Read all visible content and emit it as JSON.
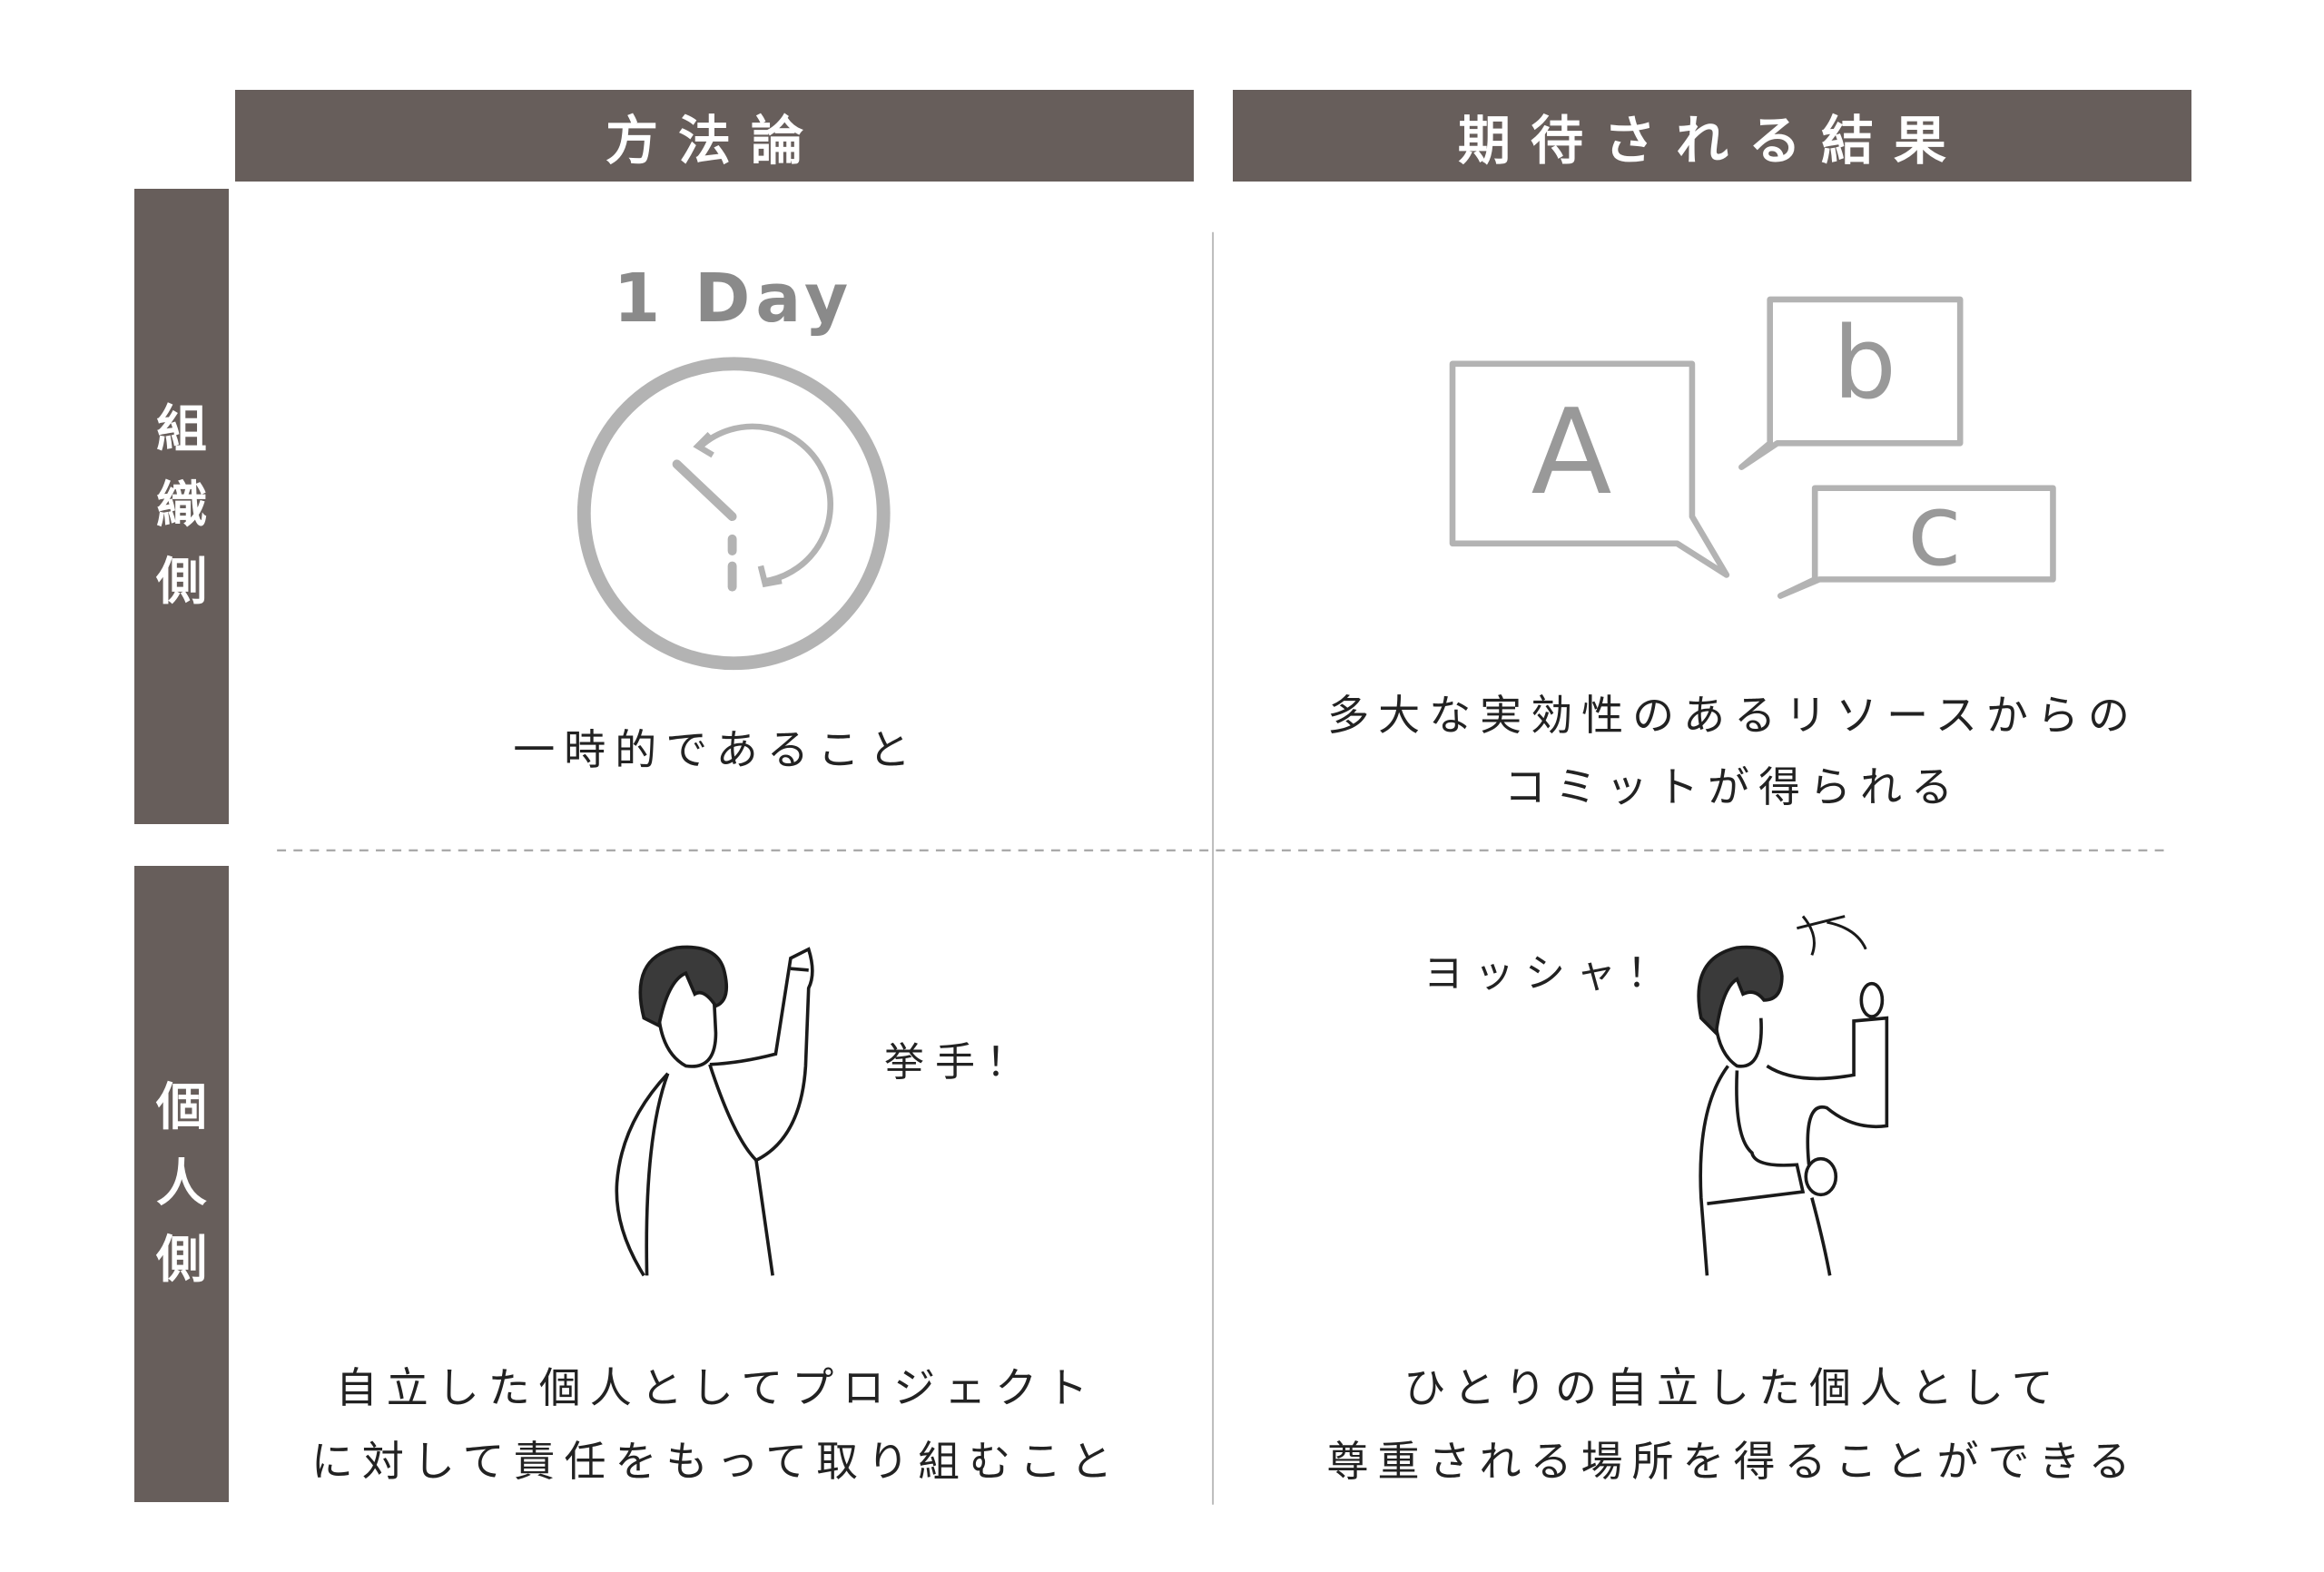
{
  "headers": {
    "method": "方法論",
    "result": "期待される結果"
  },
  "rows": {
    "organization": [
      "組",
      "織",
      "側"
    ],
    "individual": [
      "個",
      "人",
      "側"
    ]
  },
  "org_method": {
    "badge": "1 Day",
    "text": "一時的であること"
  },
  "org_result": {
    "bubbles": [
      "A",
      "b",
      "c"
    ],
    "line1": "多大な実効性のあるリソースからの",
    "line2": "コミットが得られる"
  },
  "ind_method": {
    "speech": "挙手！",
    "line1": "自立した個人としてプロジェクト",
    "line2": "に対して責任をもって取り組むこと"
  },
  "ind_result": {
    "speech": "ヨッシャ！",
    "line1": "ひとりの自立した個人として",
    "line2": "尊重される場所を得ることができる"
  },
  "colors": {
    "header_bg": "#675e5b",
    "icon_gray": "#b3b3b3"
  }
}
